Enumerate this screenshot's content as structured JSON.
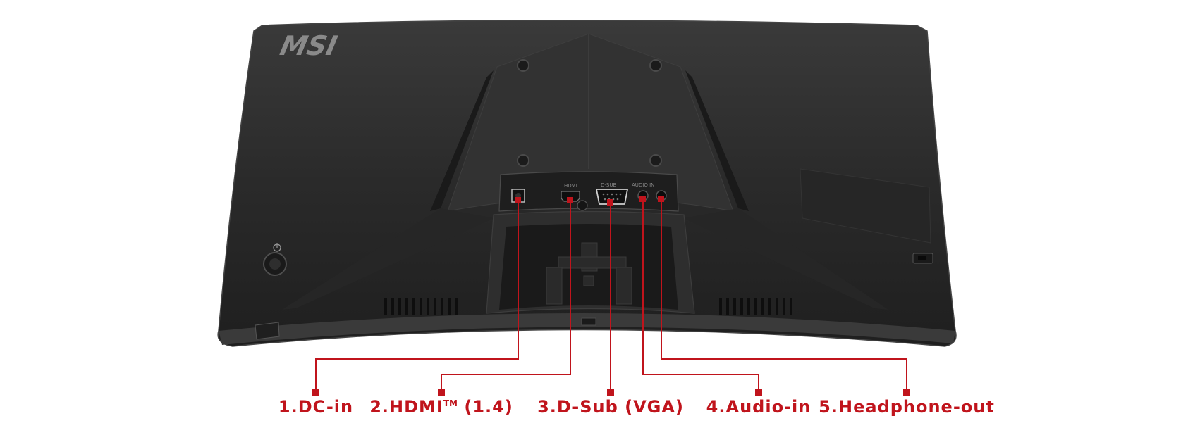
{
  "brand": {
    "logo_text": "MSI"
  },
  "ports": {
    "printed": {
      "hdmi": "HDMI",
      "vga": "D-SUB",
      "audio": "AUDIO IN"
    }
  },
  "callouts": [
    {
      "number": "1.",
      "label": "DC-in",
      "trademark": ""
    },
    {
      "number": "2.",
      "label": "HDMI",
      "trademark": "TM",
      "suffix": " (1.4)"
    },
    {
      "number": "3.",
      "label": "D-Sub (VGA)",
      "trademark": ""
    },
    {
      "number": "4.",
      "label": "Audio-in",
      "trademark": ""
    },
    {
      "number": "5.",
      "label": "Headphone-out",
      "trademark": ""
    }
  ],
  "colors": {
    "accent_red": "#C0141C",
    "monitor_body": "#2b2b2b",
    "monitor_edge": "#3c3c3c",
    "background": "#ffffff"
  },
  "icons": [
    "power-icon",
    "joystick-icon",
    "kensington-lock-icon",
    "vent-grille-icon"
  ]
}
